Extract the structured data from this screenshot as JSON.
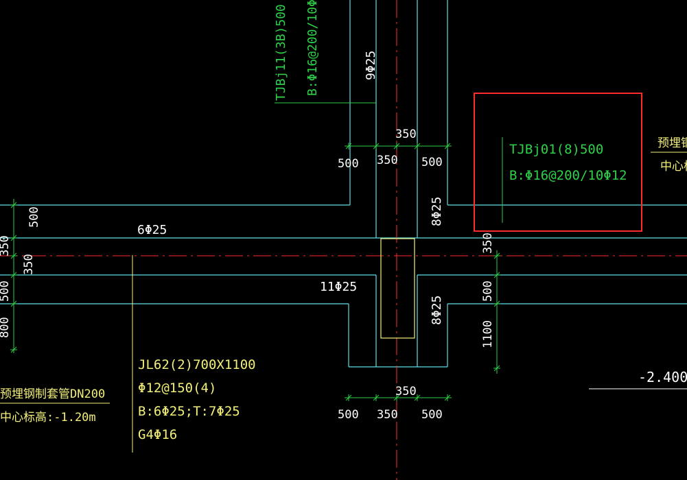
{
  "colors": {
    "background": "#000000",
    "outline": "#5ee0e6",
    "dimension": "#2fd14a",
    "annotation_green": "#2fd14a",
    "annotation_yellow": "#f3f07a",
    "axis": "#ff2a2a",
    "text_white": "#ffffff",
    "highlight_box": "#ff2a2a"
  },
  "labels": {
    "tjbj11_line1": "TJBj11(3B)500",
    "tjbj11_line2": "B:Φ16@200/10Φ",
    "tjbj01_line1": "TJBj01(8)500",
    "tjbj01_line2": "B:Φ16@200/10Φ12",
    "rebar_9_25": "9Φ25",
    "rebar_6_25": "6Φ25",
    "rebar_11_25": "11Φ25",
    "rebar_8_25_upper": "8Φ25",
    "rebar_8_25_lower": "8Φ25",
    "jl62_line1": "JL62(2)700X1100",
    "jl62_line2": "Φ12@150(4)",
    "jl62_line3": "B:6Φ25;T:7Φ25",
    "jl62_line4": "G4Φ16",
    "pipe_left_line1": "预埋钢制套管DN200",
    "pipe_left_line2": "中心标高:-1.20m",
    "pipe_right_line1": "预埋钢制",
    "pipe_right_line2": "中心标高",
    "elevation": "-2.400("
  },
  "dims": {
    "top_350": "350",
    "top_500_left": "500",
    "top_350_mid": "350",
    "top_500_right": "500",
    "bot_350": "350",
    "bot_500_left": "500",
    "bot_350_mid": "350",
    "bot_500_right": "500",
    "left_500_top": "500",
    "left_350_a": "350",
    "left_350_b": "350",
    "left_500_bot": "500",
    "left_800": "800",
    "right_350": "350",
    "right_500": "500",
    "right_1100": "1100"
  }
}
